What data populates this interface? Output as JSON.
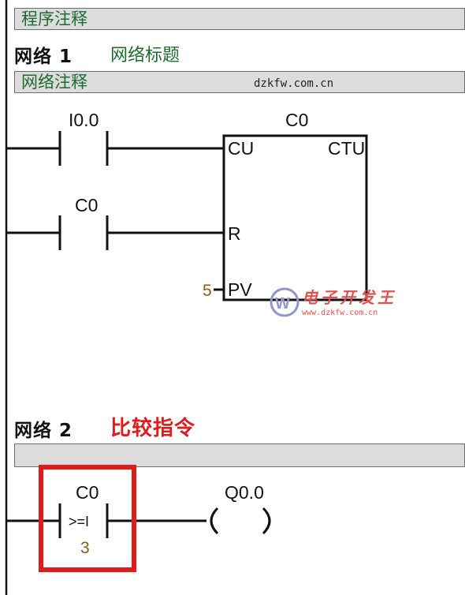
{
  "header": {
    "program_comment": "程序注释"
  },
  "network1": {
    "label": "网络 1",
    "title": "网络标题",
    "comment": "网络注释",
    "contact_a": "I0.0",
    "contact_b": "C0",
    "counter": {
      "name": "C0",
      "type": "CTU",
      "pin_cu": "CU",
      "pin_r": "R",
      "pin_pv": "PV",
      "pv_value": "5"
    }
  },
  "network2": {
    "label": "网络 2",
    "title": "比较指令",
    "compare": {
      "operand": "C0",
      "operator": ">=I",
      "value": "3"
    },
    "coil": "Q0.0"
  },
  "watermark": {
    "url_top": "dzkfw.com.cn",
    "brand": "电子开发王",
    "url_logo": "www.dzkfw.com.cn"
  },
  "colors": {
    "highlight": "#e01b1b",
    "comment_text": "#1e6b2e",
    "constant": "#8a5a1a"
  }
}
